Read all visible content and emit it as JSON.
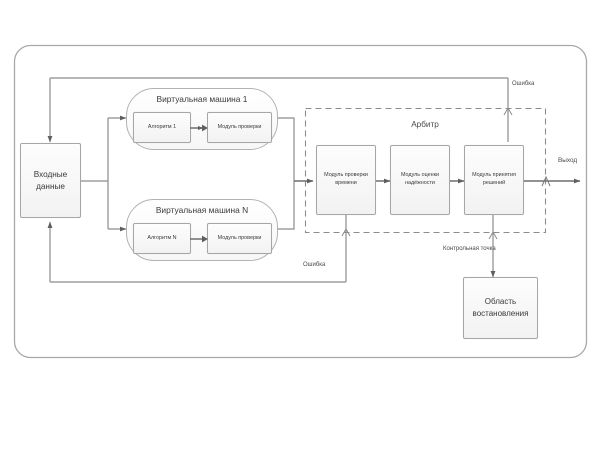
{
  "diagram": {
    "title_visible": false,
    "colors": {
      "stroke": "#8c8c8c",
      "node_border": "#a6a6a6",
      "node_fill_top": "#fdfdfd",
      "node_fill_bottom": "#f2f2f2",
      "arrow": "#6e6e6e",
      "dashed": "#8c8c8c",
      "text": "#3a3a3a",
      "background": "#ffffff"
    }
  },
  "input_block": {
    "line1": "Входные",
    "line2": "данные"
  },
  "virtual_machines": [
    {
      "title": "Виртуальная машина 1",
      "algorithm": "Алгоритм 1",
      "check_module": "Модуль проверки"
    },
    {
      "title": "Виртуальная машина N",
      "algorithm": "Алгоритм N",
      "check_module": "Модуль проверки"
    }
  ],
  "arbiter": {
    "title": "Арбитр",
    "modules": [
      {
        "line1": "Модуль проверки",
        "line2": "времени"
      },
      {
        "line1": "Модуль оценки",
        "line2": "надёжности"
      },
      {
        "line1": "Модуль принятия",
        "line2": "решений"
      }
    ]
  },
  "recovery": {
    "line1": "Область",
    "line2": "востановления"
  },
  "edge_labels": {
    "error_top": "Ошибка",
    "error_bottom": "Ошибка",
    "checkpoint": "Контрольная точка",
    "output": "Выход"
  }
}
